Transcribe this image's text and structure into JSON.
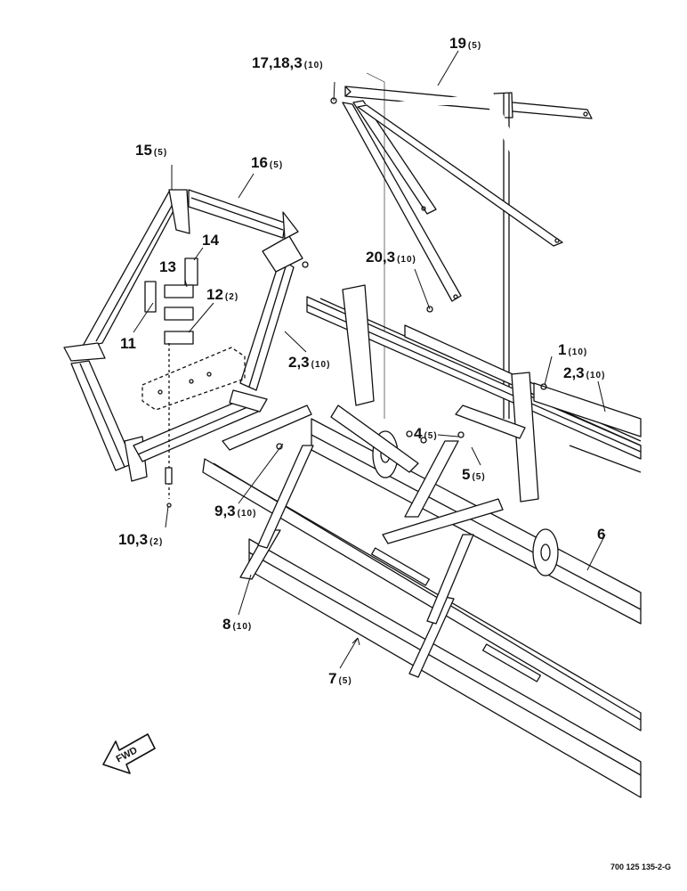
{
  "callouts": [
    {
      "id": "c19",
      "num": "19",
      "qty": "(5)"
    },
    {
      "id": "c17",
      "num": "17,18,3",
      "qty": "(10)"
    },
    {
      "id": "c15",
      "num": "15",
      "qty": "(5)"
    },
    {
      "id": "c16",
      "num": "16",
      "qty": "(5)"
    },
    {
      "id": "c14",
      "num": "14",
      "qty": ""
    },
    {
      "id": "c13",
      "num": "13",
      "qty": ""
    },
    {
      "id": "c12",
      "num": "12",
      "qty": "(2)"
    },
    {
      "id": "c11",
      "num": "11",
      "qty": ""
    },
    {
      "id": "c20",
      "num": "20,3",
      "qty": "(10)"
    },
    {
      "id": "c23a",
      "num": "2,3",
      "qty": "(10)"
    },
    {
      "id": "c1",
      "num": "1",
      "qty": "(10)"
    },
    {
      "id": "c23b",
      "num": "2,3",
      "qty": "(10)"
    },
    {
      "id": "c4",
      "num": "4",
      "qty": "(5)"
    },
    {
      "id": "c5",
      "num": "5",
      "qty": "(5)"
    },
    {
      "id": "c93",
      "num": "9,3",
      "qty": "(10)"
    },
    {
      "id": "c6",
      "num": "6",
      "qty": ""
    },
    {
      "id": "c103",
      "num": "10,3",
      "qty": "(2)"
    },
    {
      "id": "c8",
      "num": "8",
      "qty": "(10)"
    },
    {
      "id": "c7",
      "num": "7",
      "qty": "(5)"
    }
  ],
  "fwd_label": "FWD",
  "doc_id": "700 125 135-2-G"
}
